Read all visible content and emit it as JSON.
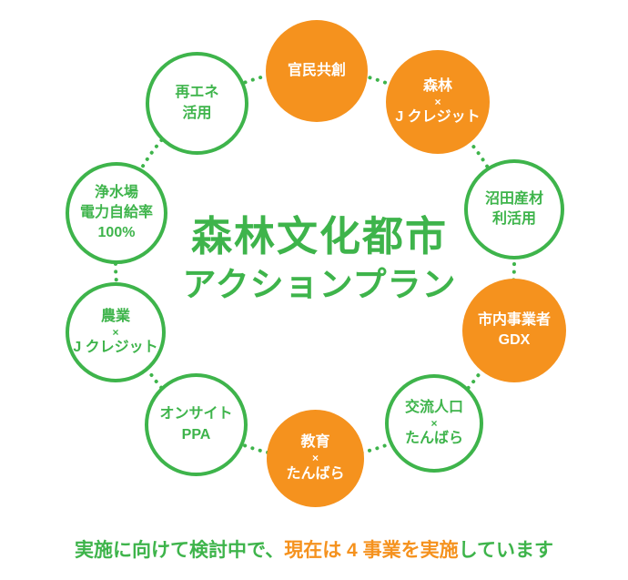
{
  "colors": {
    "green": "#3EB44B",
    "orange": "#F5921E",
    "white": "#FFFFFF"
  },
  "title": {
    "line1": "森林文化都市",
    "line2": "アクションプラン"
  },
  "caption": {
    "part1": "実施に向けて検討中で、",
    "part2": "現在は 4 事業を実施",
    "part3": "しています"
  },
  "circles": [
    {
      "id": "kanmin-kyoso",
      "style": "filled",
      "lines": [
        "官民共創"
      ]
    },
    {
      "id": "shinrin-jcredit",
      "style": "filled",
      "lines": [
        "森林",
        "×",
        "J クレジット"
      ]
    },
    {
      "id": "numata-sanzai",
      "style": "outline",
      "lines": [
        "沼田産材",
        "利活用"
      ]
    },
    {
      "id": "shinai-jigyosha-gdx",
      "style": "filled",
      "lines": [
        "市内事業者",
        "GDX"
      ]
    },
    {
      "id": "koryu-jinko-tanbara",
      "style": "outline",
      "lines": [
        "交流人口",
        "×",
        "たんばら"
      ]
    },
    {
      "id": "kyoiku-tanbara",
      "style": "filled",
      "lines": [
        "教育",
        "×",
        "たんばら"
      ]
    },
    {
      "id": "onsite-ppa",
      "style": "outline",
      "lines": [
        "オンサイト",
        "PPA"
      ]
    },
    {
      "id": "nogyo-jcredit",
      "style": "outline",
      "lines": [
        "農業",
        "×",
        "J クレジット"
      ]
    },
    {
      "id": "josuijo-jikyu",
      "style": "outline",
      "lines": [
        "浄水場",
        "電力自給率",
        "100%"
      ]
    },
    {
      "id": "saiene-katsuyo",
      "style": "outline",
      "lines": [
        "再エネ",
        "活用"
      ]
    }
  ]
}
